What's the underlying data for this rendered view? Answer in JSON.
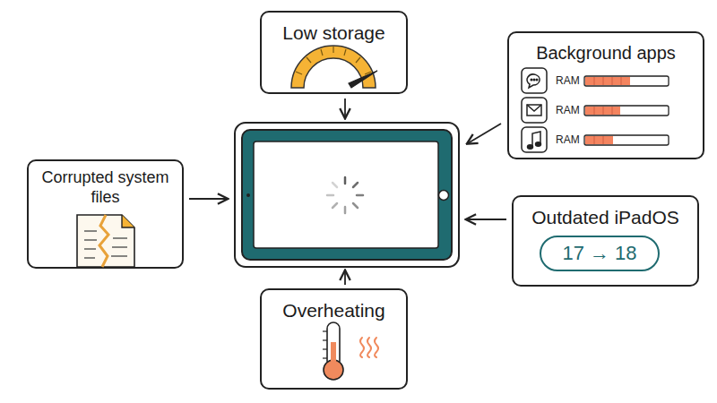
{
  "diagram": {
    "nodes": [
      {
        "text": [
          "Low storage"
        ]
      },
      {
        "text": [
          "Background apps"
        ]
      },
      {
        "text": [
          "Corrupted system files"
        ]
      },
      {
        "text": [
          "Outdated iPadOS"
        ]
      },
      {
        "text": [
          "17 → 18"
        ],
        "in": 3
      },
      {
        "text": [
          "Overheating"
        ]
      }
    ],
    "labels": [
      "RAM",
      "RAM",
      "RAM"
    ]
  }
}
